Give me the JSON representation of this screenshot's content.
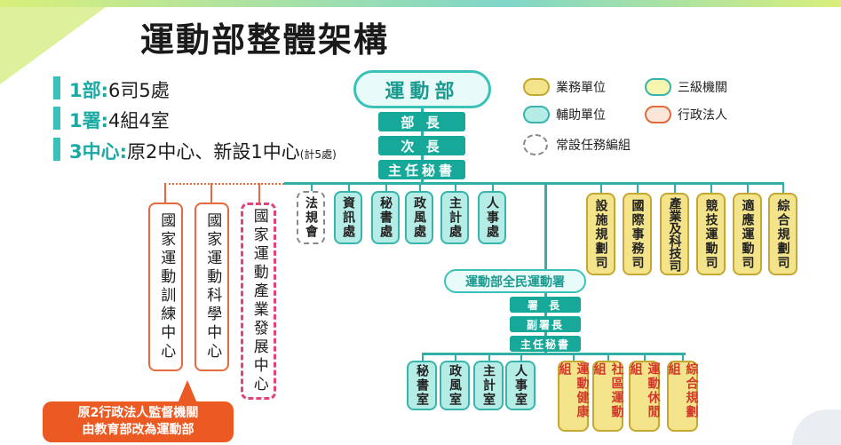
{
  "title": "運動部整體架構",
  "summary": [
    {
      "lead": "1部:",
      "rest": "6司5處",
      "note": ""
    },
    {
      "lead": "1署:",
      "rest": "4組4室",
      "note": ""
    },
    {
      "lead": "3中心:",
      "rest": "原2中心、新設1中心",
      "note": "(計5處)"
    }
  ],
  "ministry": {
    "name": "運動部",
    "officers": [
      "部 長",
      "次 長",
      "主任秘書"
    ]
  },
  "legend": [
    {
      "label": "業務單位",
      "color": "#f3e38a",
      "border": "#c4a832",
      "style": "solid"
    },
    {
      "label": "三級機關",
      "color": "#f7f6b0",
      "border": "#37b5ac",
      "style": "solid"
    },
    {
      "label": "輔助單位",
      "color": "#b5ece6",
      "border": "#37b5ac",
      "style": "solid"
    },
    {
      "label": "行政法人",
      "color": "#fbe7da",
      "border": "#e46a3b",
      "style": "solid"
    },
    {
      "label": "常設任務編組",
      "color": "#ffffff",
      "border": "#888888",
      "style": "dashed"
    }
  ],
  "centers": [
    "國家運動訓練中心",
    "國家運動科學中心",
    "國家運動產業發展中心"
  ],
  "taskforce": "法規會",
  "aux_offices": [
    "資訊處",
    "秘書處",
    "政風處",
    "主計處",
    "人事處"
  ],
  "departments": [
    "設施規劃司",
    "國際事務司",
    "產業及科技司",
    "競技運動司",
    "適應運動司",
    "綜合規劃司"
  ],
  "agency": {
    "name": "運動部全民運動署",
    "officers": [
      "署 長",
      "副署長",
      "主任秘書"
    ],
    "aux_offices": [
      "秘書室",
      "政風室",
      "主計室",
      "人事室"
    ],
    "divisions": [
      "運動健康組",
      "社區運動組",
      "運動休閒組",
      "綜合規劃組"
    ]
  },
  "callout": [
    "原2行政法人監督機關",
    "由教育部改為運動部"
  ]
}
